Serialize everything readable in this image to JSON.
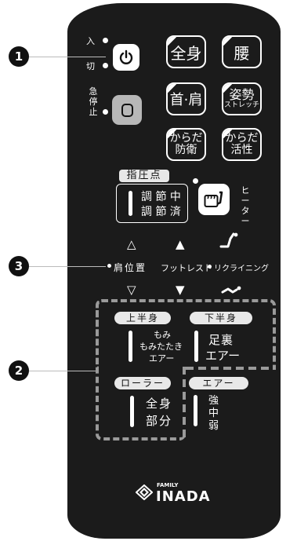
{
  "power": {
    "on_label": "入",
    "off_label": "切"
  },
  "stop": {
    "label": "急停止"
  },
  "course_buttons": [
    {
      "label": "全身"
    },
    {
      "label": "腰"
    },
    {
      "label": "首·肩"
    },
    {
      "label_main": "姿勢",
      "label_sub": "ストレッチ"
    },
    {
      "label_line1": "からだ",
      "label_line2": "防衛"
    },
    {
      "label_line1": "からだ",
      "label_line2": "活性"
    }
  ],
  "shiatsu": {
    "title": "指圧点",
    "line1": "調 節 中",
    "line2": "調 節 済"
  },
  "heater": {
    "label": "ヒーター"
  },
  "adjust": {
    "up": "△",
    "up_filled": "▲",
    "down": "▽",
    "down_filled": "▼",
    "shoulder": "肩位置",
    "footrest": "フットレスト",
    "recline": "リクライニング"
  },
  "upper": {
    "title": "上半身",
    "line1": "もみ",
    "line2": "もみたたき",
    "line3": "エアー"
  },
  "lower": {
    "title": "下半身",
    "line1": "足裏",
    "line2": "エアー"
  },
  "roller": {
    "title": "ローラー",
    "line1": "全身",
    "line2": "部分"
  },
  "air": {
    "title": "エアー",
    "line1": "強",
    "line2": "中",
    "line3": "弱"
  },
  "brand": {
    "small": "FAMILY",
    "large": "INADA"
  },
  "callouts": {
    "c1": "1",
    "c2": "2",
    "c3": "3"
  }
}
